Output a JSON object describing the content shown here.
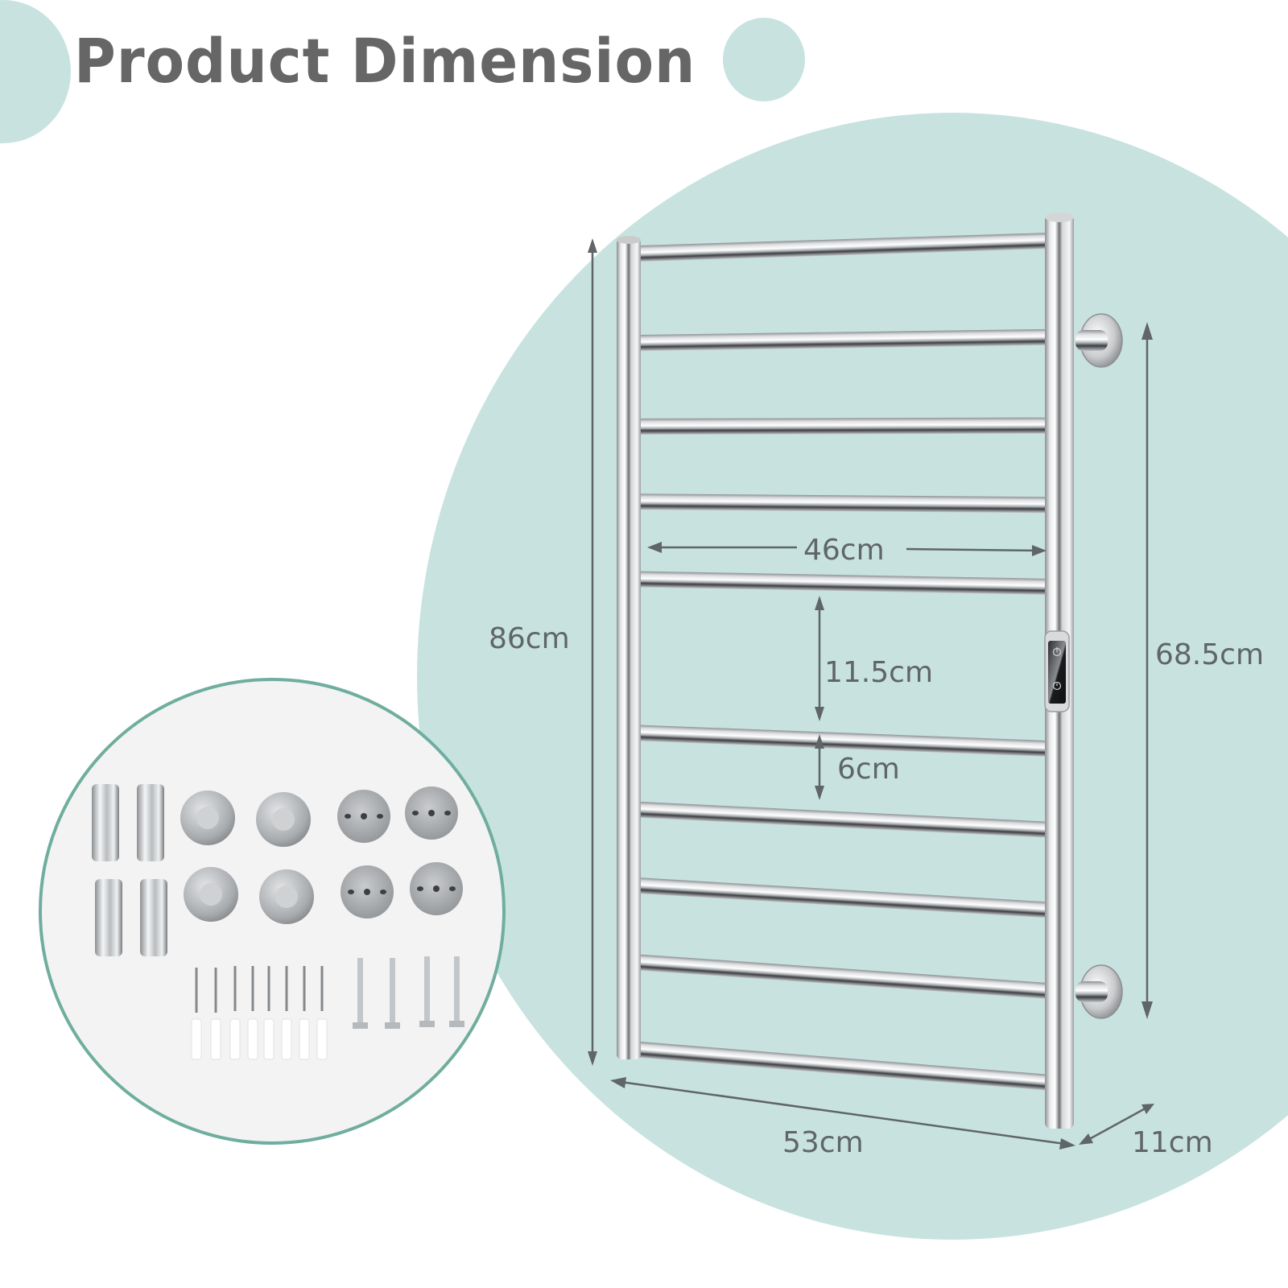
{
  "title": "Product Dimension",
  "colors": {
    "title_text": "#666666",
    "accent_mint": "#c8e3df",
    "accent_teal_border": "#6fae9e",
    "dimension_line": "#5f6568",
    "background": "#ffffff"
  },
  "product": {
    "name": "heated-towel-rack",
    "rung_count": 10,
    "control_panel": {
      "icons": [
        "power-icon",
        "timer-icon"
      ]
    },
    "wall_brackets": 2
  },
  "dimensions": {
    "total_height": "86cm",
    "bracket_spacing": "68.5cm",
    "inner_width": "46cm",
    "rung_gap_large": "11.5cm",
    "rung_gap_small": "6cm",
    "total_width": "53cm",
    "depth": "11cm"
  },
  "accessories": {
    "sleeves": 4,
    "cover_rings": 4,
    "mounting_plates": 4,
    "wood_screws": 8,
    "wall_anchors": 8,
    "hex_bolts": 4
  }
}
